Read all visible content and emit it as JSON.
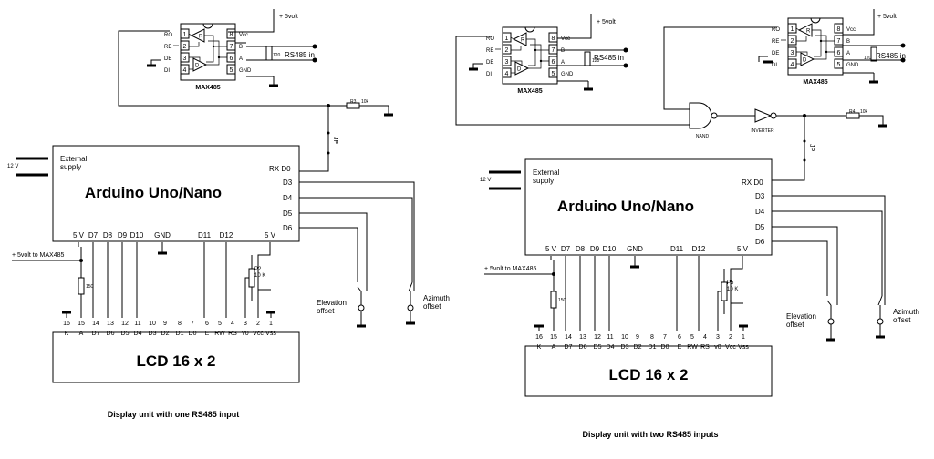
{
  "left": {
    "chip": {
      "name": "MAX485",
      "pins_left": [
        {
          "n": "1",
          "l": "RO"
        },
        {
          "n": "2",
          "l": "RE"
        },
        {
          "n": "3",
          "l": "DE"
        },
        {
          "n": "4",
          "l": "DI"
        }
      ],
      "pins_right": [
        {
          "n": "8",
          "l": "Vcc"
        },
        {
          "n": "7",
          "l": "B"
        },
        {
          "n": "6",
          "l": "A"
        },
        {
          "n": "5",
          "l": "GND"
        }
      ],
      "r": "R",
      "d": "D"
    },
    "supply_5v": "+ 5volt",
    "rs485_in": "RS485 in",
    "r120": "120",
    "r3": "R3",
    "r3_val": "10k",
    "jp": "JP",
    "ext_supply": "External\nsupply",
    "v12": "12 V",
    "rx": "RX  D0",
    "arduino": "Arduino Uno/Nano",
    "arduino_pins_right": [
      "D3",
      "D4",
      "D5",
      "D6"
    ],
    "arduino_pins_bottom": [
      "5 V",
      "D7",
      "D8",
      "D9",
      "D10",
      "GND",
      "D11",
      "D12",
      "5 V"
    ],
    "plus5_max485": "+ 5volt to MAX485",
    "r150": "150",
    "p2": "P2",
    "p2_val": "10 K",
    "elev": "Elevation\noffset",
    "azim": "Azimuth\noffset",
    "lcd": "LCD 16 x 2",
    "lcd_nums": [
      "16",
      "15",
      "14",
      "13",
      "12",
      "11",
      "10",
      "9",
      "8",
      "7",
      "6",
      "5",
      "4",
      "3",
      "2",
      "1"
    ],
    "lcd_names": [
      "K",
      "A",
      "D7",
      "D6",
      "D5",
      "D4",
      "D3",
      "D2",
      "D1",
      "D0",
      "E",
      "RW",
      "RS",
      "v0",
      "Vcc",
      "Vss"
    ],
    "caption": "Display unit with one RS485 input"
  },
  "right": {
    "chip1": "MAX485",
    "chip2": "MAX485",
    "supply_5v": "+ 5volt",
    "rs485_in": "RS485 in",
    "r120": "120",
    "nand": "NAND",
    "inverter": "INVERTER",
    "r4": "R4",
    "r4_val": "10k",
    "jp": "JP",
    "ext_supply": "External\nsupply",
    "v12": "12 V",
    "rx": "RX  D0",
    "arduino": "Arduino Uno/Nano",
    "arduino_pins_right": [
      "D3",
      "D4",
      "D5",
      "D6"
    ],
    "arduino_pins_bottom": [
      "5 V",
      "D7",
      "D8",
      "D9",
      "D10",
      "GND",
      "D11",
      "D12",
      "5 V"
    ],
    "plus5_max485": "+ 5volt to MAX485",
    "r150": "150",
    "p5": "P5",
    "p5_val": "10 K",
    "elev": "Elevation\noffset",
    "azim": "Azimuth\noffset",
    "lcd": "LCD 16 x 2",
    "lcd_nums": [
      "16",
      "15",
      "14",
      "13",
      "12",
      "11",
      "10",
      "9",
      "8",
      "7",
      "6",
      "5",
      "4",
      "3",
      "2",
      "1"
    ],
    "lcd_names": [
      "K",
      "A",
      "D7",
      "D6",
      "D5",
      "D4",
      "D3",
      "D2",
      "D1",
      "D0",
      "E",
      "RW",
      "RS",
      "v0",
      "Vcc",
      "Vss"
    ],
    "caption": "Display unit with two RS485 inputs"
  }
}
